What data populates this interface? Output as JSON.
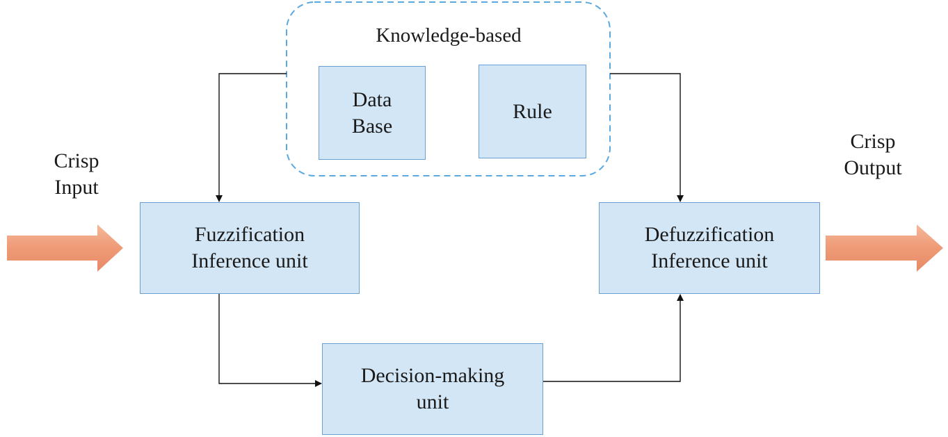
{
  "knowledge_group": {
    "title": "Knowledge-based",
    "border_color": "#5aa8e0"
  },
  "nodes": {
    "data_base": {
      "line1": "Data",
      "line2": "Base"
    },
    "rule": {
      "line1": "Rule"
    },
    "fuzzification": {
      "line1": "Fuzzification",
      "line2": "Inference unit"
    },
    "defuzzification": {
      "line1": "Defuzzification",
      "line2": "Inference unit"
    },
    "decision": {
      "line1": "Decision-making",
      "line2": "unit"
    }
  },
  "labels": {
    "crisp_input": {
      "line1": "Crisp",
      "line2": "Input"
    },
    "crisp_output": {
      "line1": "Crisp",
      "line2": "Output"
    }
  },
  "colors": {
    "box_fill": "#d3e6f5",
    "box_border": "#6a9fd4",
    "io_arrow": "#f0a07e",
    "connector": "#111111"
  }
}
